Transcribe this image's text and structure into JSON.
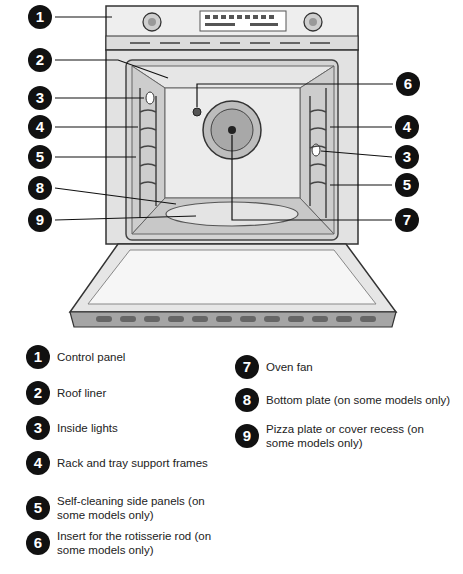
{
  "diagram": {
    "nodes": [
      {
        "text": [
          "1"
        ]
      },
      {
        "text": [
          "2"
        ]
      },
      {
        "text": [
          "6"
        ]
      },
      {
        "text": [
          "3"
        ]
      },
      {
        "text": [
          "4"
        ]
      },
      {
        "text": [
          "4"
        ]
      },
      {
        "text": [
          "5"
        ]
      },
      {
        "text": [
          "3"
        ]
      },
      {
        "text": [
          "5"
        ]
      },
      {
        "text": [
          "8"
        ]
      },
      {
        "text": [
          "9"
        ]
      },
      {
        "text": [
          "7"
        ]
      },
      {
        "text": [
          "1",
          "Control panel"
        ]
      },
      {
        "text": [
          "7",
          "Oven fan"
        ]
      },
      {
        "text": [
          "2",
          "Roof liner"
        ]
      },
      {
        "text": [
          "8",
          "Bottom plate (on some models only)"
        ]
      },
      {
        "text": [
          "3",
          "Inside lights"
        ]
      },
      {
        "text": [
          "9",
          "Pizza plate or cover recess (on some models only)"
        ]
      },
      {
        "text": [
          "4",
          "Rack and tray support frames"
        ]
      },
      {
        "text": [
          "5",
          "Self-cleaning side panels (on some models only)"
        ]
      },
      {
        "text": [
          "6",
          "Insert for the rotisserie rod (on some models only)"
        ]
      }
    ]
  }
}
